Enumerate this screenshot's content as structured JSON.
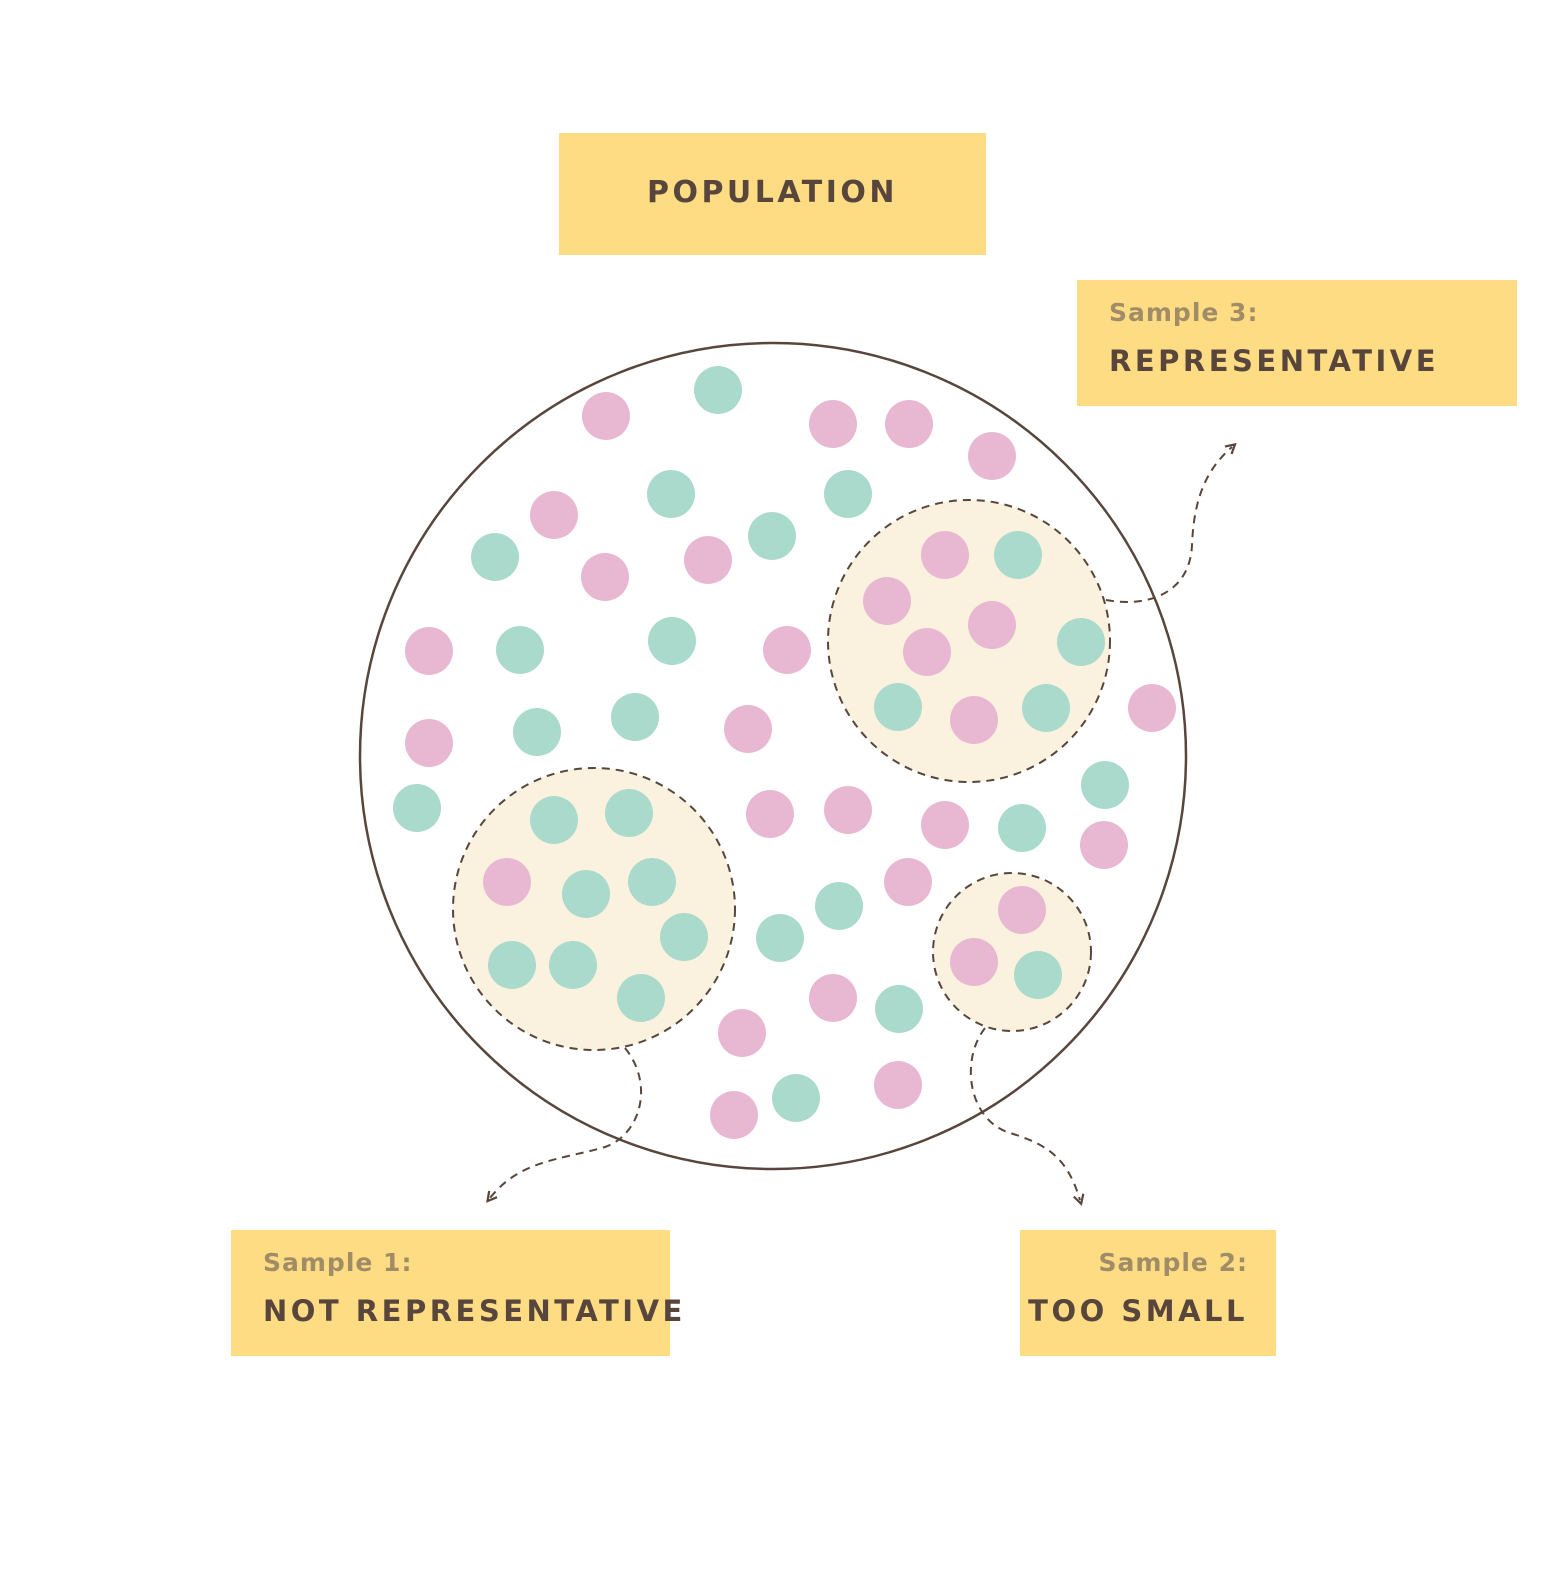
{
  "population": {
    "label": "POPULATION"
  },
  "samples": [
    {
      "id": "sample-1",
      "caption": "Sample 1:",
      "verdict": "NOT REPRESENTATIVE"
    },
    {
      "id": "sample-2",
      "caption": "Sample 2:",
      "verdict": "TOO SMALL"
    },
    {
      "id": "sample-3",
      "caption": "Sample 3:",
      "verdict": "REPRESENTATIVE"
    }
  ],
  "colors": {
    "label_fill": "#fddc84",
    "label_text": "#58463c",
    "caption_text": "#a08d67",
    "outline": "#58463c",
    "sample_fill": "#faf1de",
    "pink_dot": "#e8b8d2",
    "teal_dot": "#a9dacb"
  }
}
